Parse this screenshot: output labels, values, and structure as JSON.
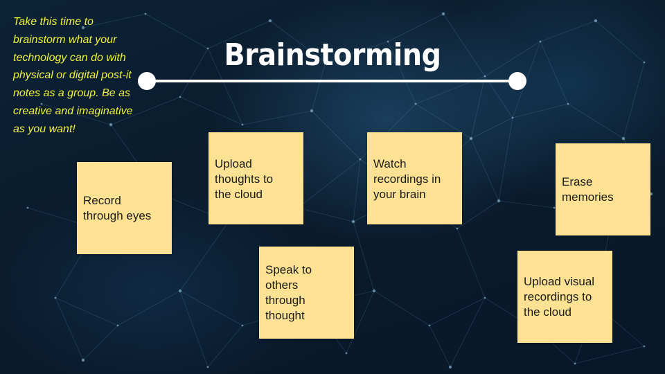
{
  "slide": {
    "title": "Brainstorming",
    "instructions": "Take this time to brainstorm what your technology can do with physical or digital post-it notes as a group. Be as creative and imaginative as you want!",
    "notes": [
      "Record\nthrough eyes",
      "Upload\nthoughts to\nthe cloud",
      "Watch\nrecordings in\nyour brain",
      "Erase\nmemories",
      "Speak to\nothers\nthrough\nthought",
      "Upload visual\nrecordings to\nthe cloud"
    ]
  },
  "colors": {
    "instructions_text": "#f0f23a",
    "note_fill": "#fde293",
    "title_text": "#ffffff"
  }
}
